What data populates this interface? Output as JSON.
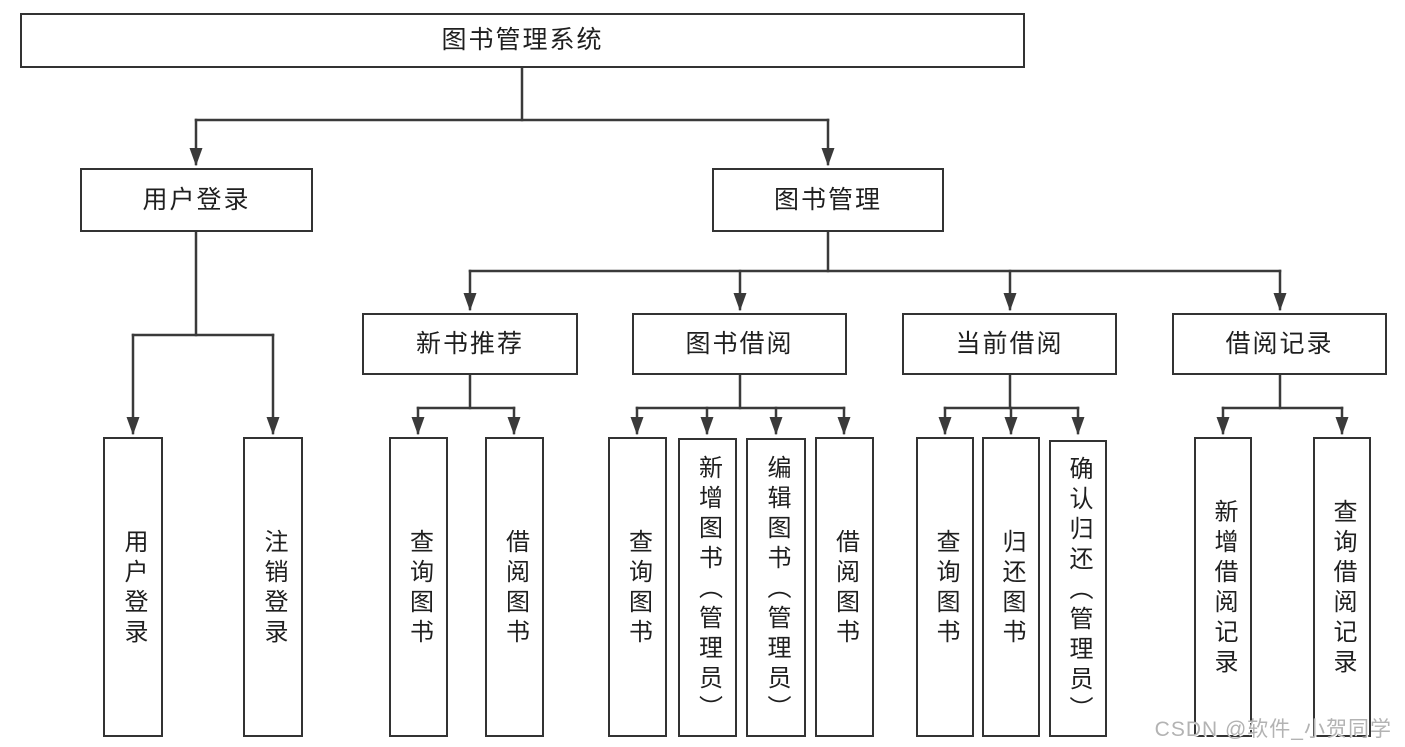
{
  "diagram": {
    "root": "图书管理系统",
    "level2": {
      "user_login": {
        "label": "用户登录",
        "children": {
          "login": "用户登录",
          "logout": "注销登录"
        }
      },
      "book_mgmt": {
        "label": "图书管理",
        "children": {
          "new_book_rec": {
            "label": "新书推荐",
            "children": {
              "query_books": "查询图书",
              "borrow_books": "借阅图书"
            }
          },
          "book_borrow": {
            "label": "图书借阅",
            "children": {
              "query_books": "查询图书",
              "add_books": "新增图书（管理员）",
              "edit_books": "编辑图书（管理员）",
              "borrow_books": "借阅图书"
            }
          },
          "current_borrow": {
            "label": "当前借阅",
            "children": {
              "query_books": "查询图书",
              "return_books": "归还图书",
              "confirm_return": "确认归还（管理员）"
            }
          },
          "borrow_record": {
            "label": "借阅记录",
            "children": {
              "add_record": "新增借阅记录",
              "query_record": "查询借阅记录"
            }
          }
        }
      }
    }
  },
  "watermark": "CSDN @软件_小贺同学",
  "colors": {
    "line": "#3a3a3a",
    "box_border": "#333333",
    "text": "#1f1f1f",
    "watermark_text": "#b3b3b3",
    "background": "#ffffff"
  }
}
